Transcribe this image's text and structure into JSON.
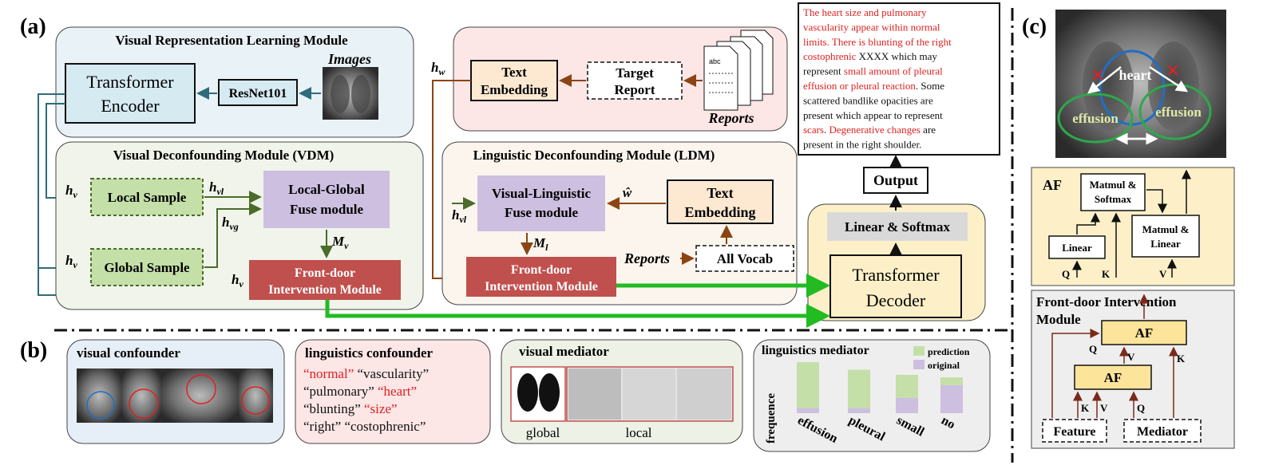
{
  "panels": {
    "a": "(a)",
    "b": "(b)",
    "c": "(c)"
  },
  "vrl": {
    "title": "Visual Representation Learning Module",
    "images_label": "Images",
    "encoder_line1": "Transformer",
    "encoder_line2": "Encoder",
    "resnet": "ResNet101"
  },
  "vdm": {
    "title": "Visual Deconfounding Module (VDM)",
    "local_sample": "Local Sample",
    "global_sample": "Global Sample",
    "fuse_line1": "Local-Global",
    "fuse_line2": "Fuse module",
    "front_line1": "Front-door",
    "front_line2": "Intervention Module",
    "h_v": "h",
    "h_v_sub": "v",
    "h_vl_sub": "vl",
    "h_vg_sub": "vg",
    "M": "M",
    "M_v_sub": "v"
  },
  "report": {
    "h_w": "h",
    "h_w_sub": "w",
    "text_emb_line1": "Text",
    "text_emb_line2": "Embedding",
    "target_line1": "Target",
    "target_line2": "Report",
    "reports_label": "Reports",
    "doc_text": "abc"
  },
  "ldm": {
    "title": "Linguistic Deconfounding Module (LDM)",
    "vl_fuse_line1": "Visual-Linguistic",
    "vl_fuse_line2": "Fuse module",
    "text_emb_line1": "Text",
    "text_emb_line2": "Embedding",
    "w_hat": "ŵ",
    "reports": "Reports",
    "all_vocab": "All Vocab",
    "front_line1": "Front-door",
    "front_line2": "Intervention Module",
    "M_l_sub": "l"
  },
  "decoder": {
    "linear_softmax": "Linear & Softmax",
    "line1": "Transformer",
    "line2": "Decoder",
    "output": "Output"
  },
  "output_report": {
    "lines": [
      [
        {
          "t": "The heart size and pulmonary",
          "c": "red"
        }
      ],
      [
        {
          "t": "vascularity appear within normal",
          "c": "red"
        }
      ],
      [
        {
          "t": "limits. There is blunting of the right",
          "c": "red"
        }
      ],
      [
        {
          "t": "costophrenic",
          "c": "red"
        },
        {
          "t": " XXXX which may",
          "c": "black"
        }
      ],
      [
        {
          "t": "represent ",
          "c": "black"
        },
        {
          "t": "small amount of pleural",
          "c": "red"
        }
      ],
      [
        {
          "t": "effusion or pleural reaction",
          "c": "red"
        },
        {
          "t": ". Some",
          "c": "black"
        }
      ],
      [
        {
          "t": "scattered bandlike opacities are",
          "c": "black"
        }
      ],
      [
        {
          "t": "present which appear to represent",
          "c": "black"
        }
      ],
      [
        {
          "t": "scars",
          "c": "red"
        },
        {
          "t": ". ",
          "c": "black"
        },
        {
          "t": "Degenerative changes",
          "c": "red"
        },
        {
          "t": " are",
          "c": "black"
        }
      ],
      [
        {
          "t": "present in the right shoulder.",
          "c": "black"
        }
      ]
    ]
  },
  "confounders": {
    "visual_title": "visual confounder",
    "ling_title": "linguistics confounder",
    "ling_words": [
      [
        {
          "t": "“normal”",
          "c": "red"
        },
        {
          "t": " “vascularity”",
          "c": "black"
        }
      ],
      [
        {
          "t": "“pulmonary”",
          "c": "black"
        },
        {
          "t": "   “heart”",
          "c": "red"
        }
      ],
      [
        {
          "t": "“blunting”",
          "c": "black"
        },
        {
          "t": " “size”",
          "c": "red"
        }
      ],
      [
        {
          "t": "“right” “costophrenic”",
          "c": "black"
        }
      ]
    ]
  },
  "mediators": {
    "visual_title": "visual mediator",
    "global": "global",
    "local": "local",
    "ling_title": "linguistics mediator",
    "frequence": "frequence",
    "legend": [
      "prediction",
      "original"
    ]
  },
  "chart_data": {
    "type": "bar",
    "title": "linguistics mediator",
    "ylabel": "frequence",
    "categories": [
      "effusion",
      "pleural",
      "small",
      "no"
    ],
    "series": [
      {
        "name": "prediction",
        "values": [
          0.9,
          0.75,
          0.45,
          0.15
        ]
      },
      {
        "name": "original",
        "values": [
          0.1,
          0.1,
          0.3,
          0.55
        ]
      }
    ],
    "stacked": true,
    "colors": {
      "prediction": "#c5dfa8",
      "original": "#cdbfe0"
    }
  },
  "c_panel": {
    "heart": "heart",
    "effusion_left": "effusion",
    "effusion_right": "effusion",
    "af_title": "AF",
    "matmul_soft_line1": "Matmul &",
    "matmul_soft_line2": "Softmax",
    "matmul_lin_line1": "Matmul &",
    "matmul_lin_line2": "Linear",
    "linear": "Linear",
    "q": "Q",
    "k": "K",
    "v": "V",
    "fdi_line1": "Front-door Intervention",
    "fdi_line2": "Module",
    "af": "AF",
    "feature": "Feature",
    "mediator": "Mediator"
  },
  "colors": {
    "brown": "#8b4513",
    "green_arrow": "#22bb22",
    "teal": "#2e6b7b",
    "olive": "#4a6b2a",
    "red_box": "#c0504d",
    "purple_box": "#cdbfe0",
    "green_box": "#c5dfa8"
  }
}
